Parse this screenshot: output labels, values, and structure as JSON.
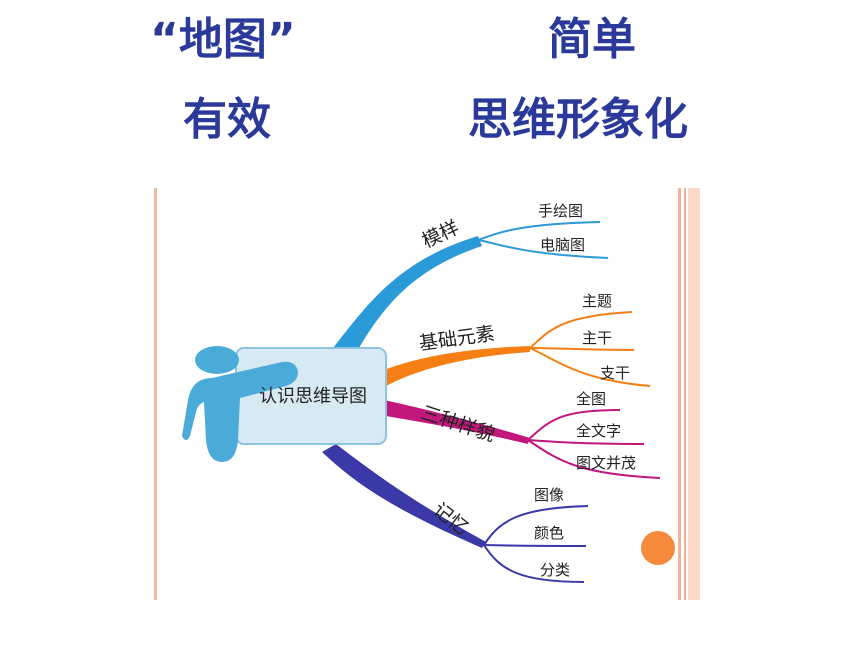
{
  "headings": {
    "left_top": "“地图”",
    "left_bottom": "有效",
    "right_top": "简单",
    "right_bottom": "思维形象化"
  },
  "mindmap": {
    "center": "认识思维导图",
    "branches": [
      {
        "label": "模样",
        "color": "#2a9ad8",
        "leaves": [
          "手绘图",
          "电脑图"
        ]
      },
      {
        "label": "基础元素",
        "color": "#f57f14",
        "leaves": [
          "主题",
          "主干",
          "支干"
        ]
      },
      {
        "label": "三种样貌",
        "color": "#c2187d",
        "leaves": [
          "全图",
          "全文字",
          "图文并茂"
        ]
      },
      {
        "label": "记忆",
        "color": "#3b38a8",
        "leaves": [
          "图像",
          "颜色",
          "分类"
        ]
      }
    ]
  },
  "colors": {
    "heading": "#2b3a9a",
    "border_left": "#f2b8a8",
    "border_right": "#f4b29a",
    "dot": "#f58a3c",
    "center_box": "#d7eaf4",
    "figure": "#4aaad8"
  }
}
